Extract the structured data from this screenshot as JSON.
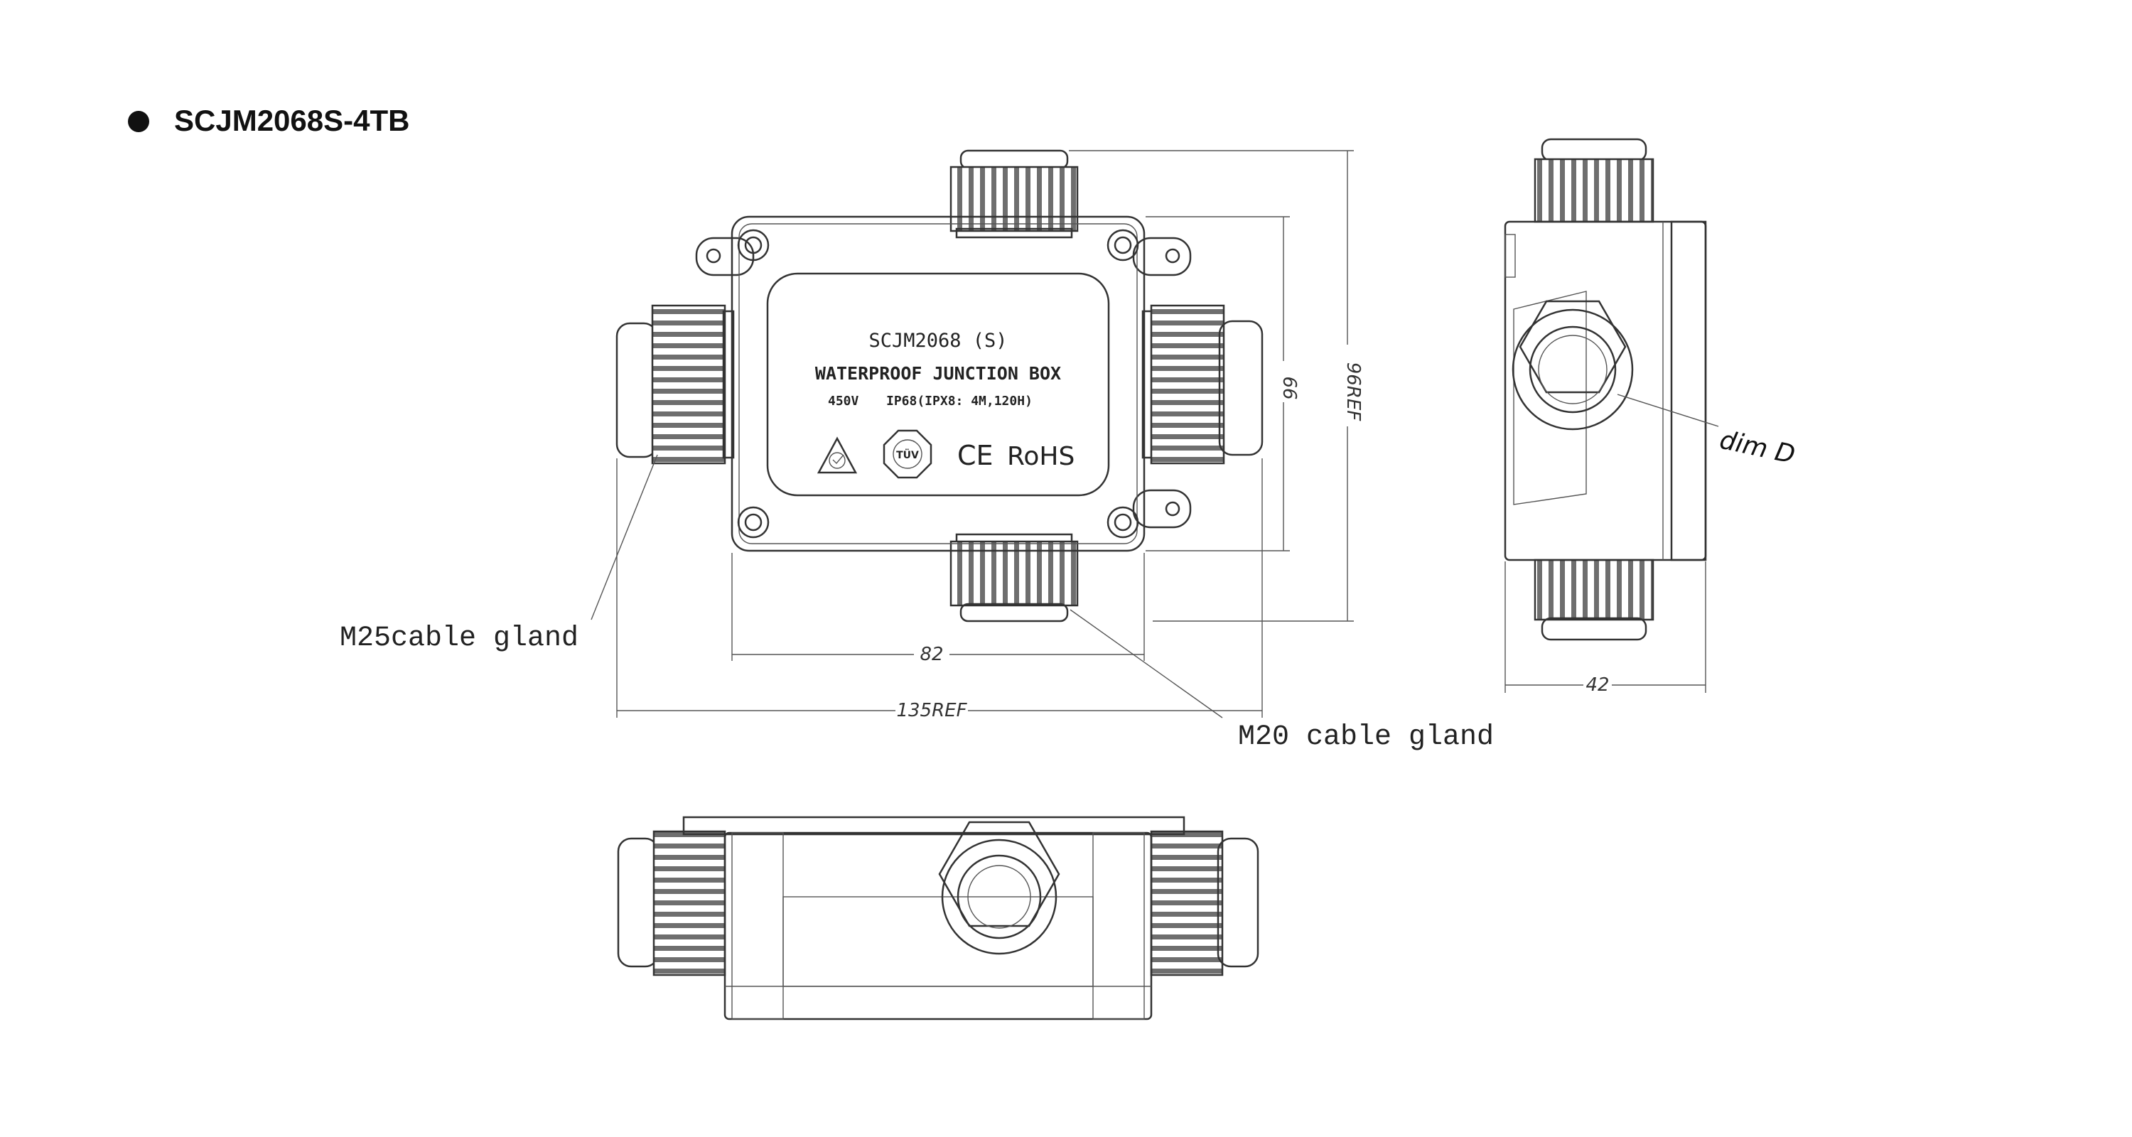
{
  "model_title": "SCJM2068S-4TB",
  "label_panel": {
    "model": "SCJM2068 (S)",
    "name": "WATERPROOF JUNCTION BOX",
    "spec_voltage": "450V",
    "spec_rating": "IP68(IPX8: 4M,120H)",
    "mark_tuv": "TÜV",
    "mark_ce": "CE",
    "mark_rohs": "RoHS"
  },
  "callouts": {
    "m25": "M25cable gland",
    "m20": "M20 cable gland",
    "dim_d": "dim D"
  },
  "dimensions": {
    "width_body": "82",
    "width_overall": "135REF",
    "height_body": "66",
    "height_overall": "96REF",
    "side_depth": "42"
  },
  "colors": {
    "line": "#333333",
    "rib": "#7d7d7d"
  }
}
